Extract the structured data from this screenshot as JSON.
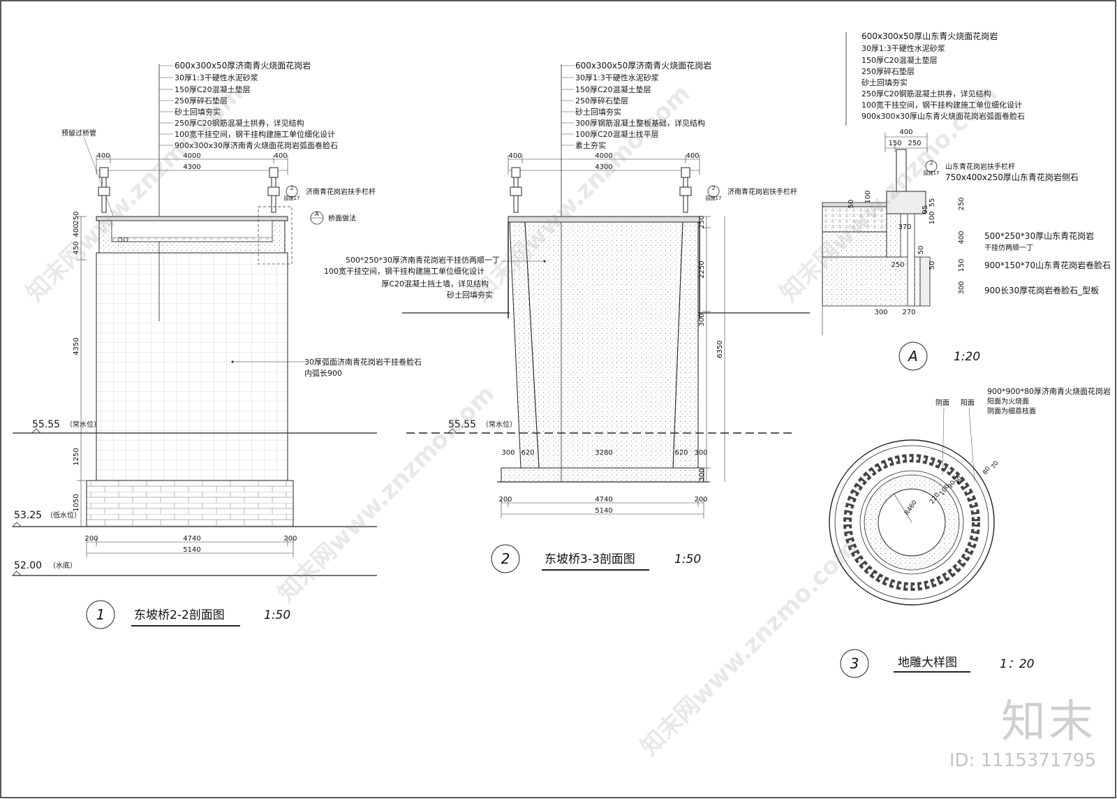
{
  "s1": {
    "notes": [
      "600x300x50厚济南青火烧面花岗岩",
      "30厚1:3干硬性水泥砂浆",
      "150厚C20混凝土垫层",
      "250厚碎石垫层",
      "砂土回填夯实",
      "250厚C20钢筋混凝土拱券，详见结构",
      "100宽干挂空间，钢干挂构建施工单位细化设计",
      "900x300x30厚济南青火烧面花岗岩弧面卷脸石"
    ],
    "pipe": "预留过桥管",
    "rail": "济南青花岗岩扶手栏杆",
    "bridge": "桥面做法",
    "detailA": "A",
    "ref2": "2",
    "refsheet": "园施17",
    "arch_note": "30厚弧面济南青花岗岩干挂卷脸石",
    "arch_note2": "内弧长900",
    "dims": {
      "d400a": "400",
      "d400b": "400",
      "d4000": "4000",
      "d4300": "4300",
      "d450": "450",
      "d400v": "400",
      "d250v": "250",
      "d4350": "4350",
      "d1250": "1250",
      "d1050": "1050",
      "d200a": "200",
      "d200b": "200",
      "d4740": "4740",
      "d5140": "5140"
    },
    "lv1": "55.55",
    "lv1t": "（常水位）",
    "lv2": "53.25",
    "lv2t": "（低水位）",
    "lv3": "52.00",
    "lv3t": "（水底）",
    "num": "1",
    "title": "东坡桥2-2剖面图",
    "scale": "1:50"
  },
  "s2": {
    "notes": [
      "600x300x50厚济南青火烧面花岗岩",
      "30厚1:3干硬性水泥砂浆",
      "150厚C20混凝土垫层",
      "250厚碎石垫层",
      "砂土回填夯实",
      "300厚钢筋混凝土整板基础，详见结构",
      "100厚C20混凝土找平层",
      "素土夯实"
    ],
    "rail": "济南青花岗岩扶手栏杆",
    "ref2": "2",
    "refsheet": "园施17",
    "left_notes": [
      "500*250*30厚济南青花岗岩干挂仿两顺一丁",
      "100宽干挂空间，钢干挂构建施工单位细化设计",
      "厚C20混凝土挡土墙，详见结构",
      "砂土回填夯实"
    ],
    "dims": {
      "d400a": "400",
      "d400b": "400",
      "d4000": "4000",
      "d4300": "4300",
      "d250": "250",
      "d2250": "2250",
      "d300a": "300",
      "d6350": "6350",
      "d300b": "300",
      "b300a": "300",
      "b620a": "620",
      "b3280": "3280",
      "b620b": "620",
      "b300b": "300",
      "d200a": "200",
      "d200b": "200",
      "d4740": "4740",
      "d5140": "5140"
    },
    "lv1": "55.55",
    "lv1t": "（常水位）",
    "num": "2",
    "title": "东坡桥3-3剖面图",
    "scale": "1:50"
  },
  "sA": {
    "notes": [
      "600x300x50厚山东青火烧面花岗岩",
      "30厚1:3干硬性水泥砂浆",
      "150厚C20混凝土垫层",
      "250厚碎石垫层",
      "砂土回填夯实",
      "250厚C20钢筋混凝土拱券，详见结构",
      "100宽干挂空间，钢干挂构建施工单位细化设计",
      "900x300x30厚山东青火烧面花岗岩弧面卷脸石"
    ],
    "rail": "山东青花岗岩扶手栏杆",
    "ref2": "2",
    "refsheet": "园施17",
    "side_stone": "750x400x250厚山东青花岗岩侧石",
    "r1": "500*250*30厚山东青花岗岩",
    "r1b": "干挂仿两顺一丁",
    "r2": "900*150*70山东青花岗岩卷脸石",
    "r3": "900长30厚花岗岩卷脸石_型板",
    "dims": {
      "t400": "400",
      "t150": "150",
      "t250": "250",
      "v100": "100",
      "v50": "50",
      "v55": "55",
      "v95": "95",
      "v100b": "100",
      "v250": "250",
      "v370": "370",
      "v50b": "50",
      "v400": "400",
      "v250b": "250",
      "v50c": "50",
      "v150": "150",
      "v300": "300",
      "b300": "300",
      "b270": "270"
    },
    "label": "A",
    "scale": "1:20"
  },
  "s3": {
    "note1": "900*900*80厚济南青火烧面花岗岩",
    "note2": "阳面为火烧面",
    "note3": "阴面为细荔枝面",
    "yin": "阴面",
    "yang": "阳面",
    "r460": "R460",
    "d220": "220",
    "d100": "100",
    "d90": "90",
    "d20": "20",
    "d80": "80",
    "d70": "70",
    "num": "3",
    "title": "地雕大样图",
    "scale": "1：20"
  },
  "brand": {
    "logo": "知末",
    "id": "ID: 1115371795"
  },
  "watermark": "知末网www.znzmo.com"
}
